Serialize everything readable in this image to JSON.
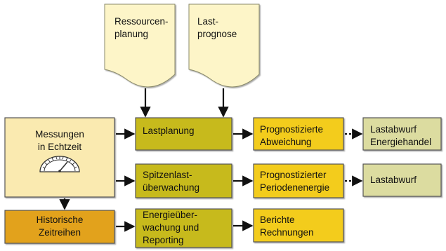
{
  "documents": {
    "resource_planning": "Ressourcen-\nplanung",
    "load_forecast": "Last-\nprognose"
  },
  "sources": {
    "realtime_measurements": "Messungen\nin Echtzeit",
    "historical_series": "Historische\nZeitreihen"
  },
  "processes": {
    "load_planning": "Lastplanung",
    "peak_monitoring": "Spitzenlast-\nüberwachung",
    "energy_monitoring": "Energieüber-\nwachung und\nReporting"
  },
  "outputs": {
    "forecast_deviation": "Prognostizierte\nAbweichung",
    "forecast_period_energy": "Prognostizierter\nPeriodenenergie",
    "reports_invoices": "Berichte\nRechnungen"
  },
  "actions": {
    "shedding_trading": "Lastabwurf\nEnergiehandel",
    "shedding": "Lastabwurf"
  },
  "colors": {
    "cream": "#faeab0",
    "olive": "#c7ba1c",
    "yellow": "#f3cc1c",
    "orange": "#e2a21e",
    "sage": "#dcdca0",
    "doc": "#fdf5c8"
  }
}
